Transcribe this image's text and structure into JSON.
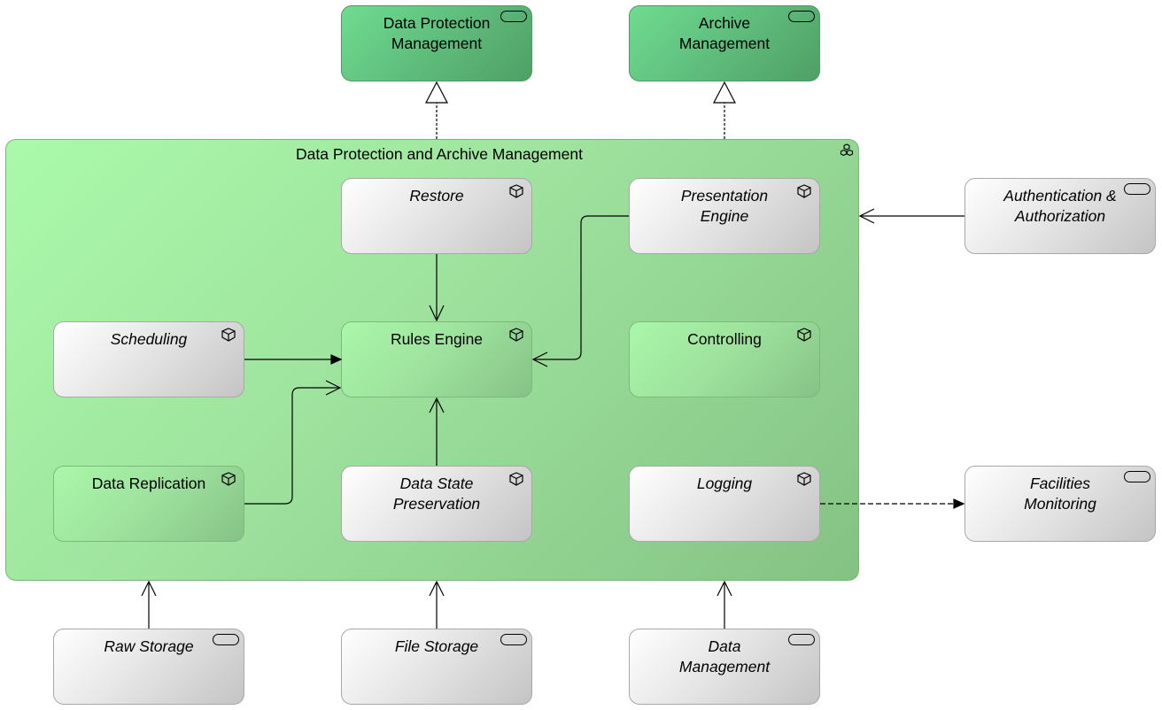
{
  "diagram": {
    "group": {
      "title": "Data Protection and Archive Management",
      "icon": "component-group-icon"
    },
    "services_top": [
      {
        "id": "dpm",
        "label": "Data Protection\nManagement",
        "icon": "service-icon"
      },
      {
        "id": "am",
        "label": "Archive\nManagement",
        "icon": "service-icon"
      }
    ],
    "components": [
      {
        "id": "restore",
        "label": "Restore",
        "italic": true
      },
      {
        "id": "presentation",
        "label": "Presentation\nEngine",
        "italic": true
      },
      {
        "id": "scheduling",
        "label": "Scheduling",
        "italic": true
      },
      {
        "id": "rules",
        "label": "Rules Engine",
        "italic": false
      },
      {
        "id": "controlling",
        "label": "Controlling",
        "italic": false
      },
      {
        "id": "replication",
        "label": "Data Replication",
        "italic": false
      },
      {
        "id": "dsp",
        "label": "Data State\nPreservation",
        "italic": true
      },
      {
        "id": "logging",
        "label": "Logging",
        "italic": true
      }
    ],
    "services_external": [
      {
        "id": "auth",
        "label": "Authentication &\nAuthorization"
      },
      {
        "id": "facilities",
        "label": "Facilities\nMonitoring"
      },
      {
        "id": "raw",
        "label": "Raw Storage"
      },
      {
        "id": "file",
        "label": "File Storage"
      },
      {
        "id": "datamgmt",
        "label": "Data\nManagement"
      }
    ],
    "relations": [
      {
        "from": "group",
        "to": "dpm",
        "type": "realization"
      },
      {
        "from": "group",
        "to": "am",
        "type": "realization"
      },
      {
        "from": "restore",
        "to": "rules",
        "type": "serving"
      },
      {
        "from": "presentation",
        "to": "rules",
        "type": "serving"
      },
      {
        "from": "scheduling",
        "to": "rules",
        "type": "triggering"
      },
      {
        "from": "replication",
        "to": "rules",
        "type": "serving"
      },
      {
        "from": "dsp",
        "to": "rules",
        "type": "serving"
      },
      {
        "from": "auth",
        "to": "group",
        "type": "serving"
      },
      {
        "from": "logging",
        "to": "facilities",
        "type": "flow"
      },
      {
        "from": "raw",
        "to": "group",
        "type": "serving"
      },
      {
        "from": "file",
        "to": "group",
        "type": "serving"
      },
      {
        "from": "datamgmt",
        "to": "group",
        "type": "serving"
      }
    ]
  }
}
